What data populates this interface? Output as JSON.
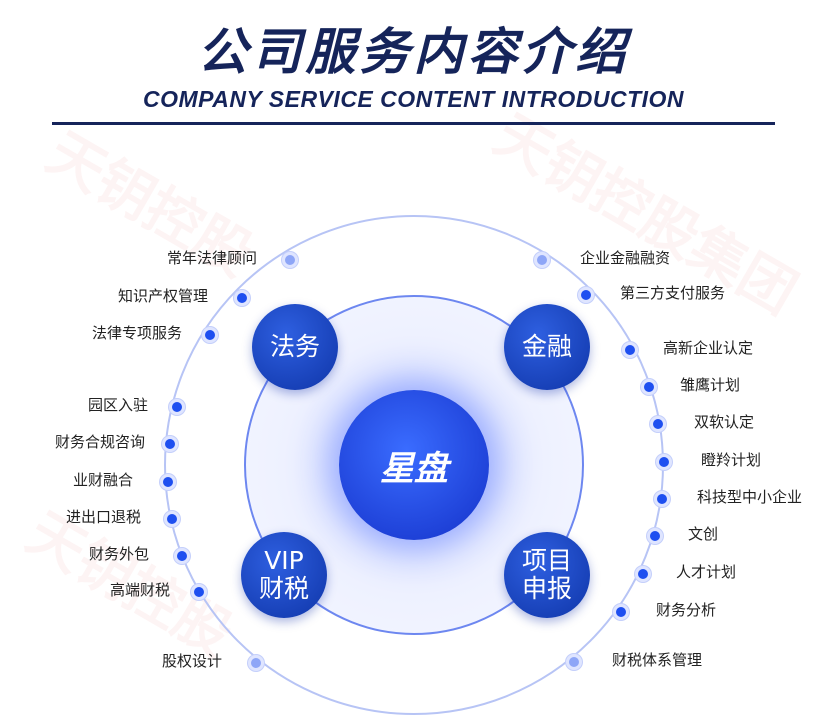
{
  "header": {
    "title": "公司服务内容介绍",
    "subtitle": "COMPANY SERVICE CONTENT INTRODUCTION"
  },
  "center": {
    "label": "星盘"
  },
  "bubbles": {
    "legal": "法务",
    "finance": "金融",
    "vip_line1": "VIP",
    "vip_line2": "财税",
    "project_line1": "项目",
    "project_line2": "申报"
  },
  "left_items": [
    "常年法律顾问",
    "知识产权管理",
    "法律专项服务",
    "园区入驻",
    "财务合规咨询",
    "业财融合",
    "进出口退税",
    "财务外包",
    "高端财税",
    "股权设计"
  ],
  "right_items": [
    "企业金融融资",
    "第三方支付服务",
    "高新企业认定",
    "雏鹰计划",
    "双软认定",
    "瞪羚计划",
    "科技型中小企业",
    "文创",
    "人才计划",
    "财务分析",
    "财税体系管理"
  ],
  "watermark": "天钥控股集团",
  "colors": {
    "navy": "#15245a",
    "accent": "#1e4ff0"
  }
}
